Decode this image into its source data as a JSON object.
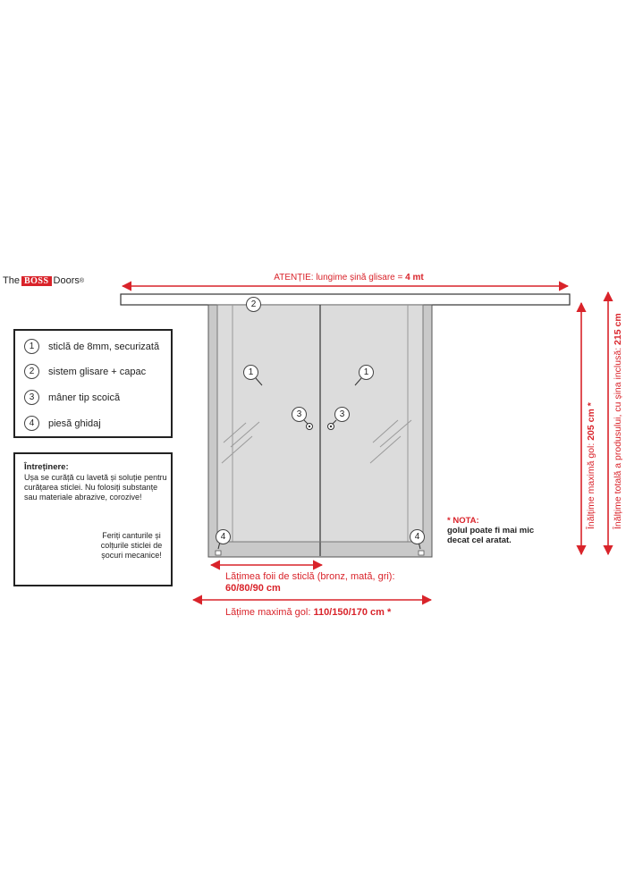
{
  "logo": {
    "prefix": "The",
    "brand": "BOSS",
    "suffix": "Doors",
    "reg": "®"
  },
  "rail_note": {
    "label": "ATENȚIE: lungime șină glisare = ",
    "value": "4 mt"
  },
  "legend": {
    "items": [
      {
        "num": "1",
        "label": "sticlă de 8mm, securizată"
      },
      {
        "num": "2",
        "label": "sistem glisare + capac"
      },
      {
        "num": "3",
        "label": "mâner tip scoică"
      },
      {
        "num": "4",
        "label": "piesă ghidaj"
      }
    ]
  },
  "maintenance": {
    "title": "Întreținere:",
    "text": "Ușa se curăță cu lavetă și soluție pentru curățarea sticlei. Nu folosiți substanțe sau materiale abrazive, corozive!",
    "warning": "Feriți canturile și colțurile sticlei de șocuri mecanice!"
  },
  "callouts": {
    "glass": "1",
    "rail": "2",
    "handle": "3",
    "guide": "4"
  },
  "nota": {
    "title": "* NOTA:",
    "line1": "golul poate fi mai mic",
    "line2": "decat cel aratat."
  },
  "dimensions": {
    "glass_width_label": "Lățimea foii de sticlă (bronz, mată, gri):",
    "glass_width_value": "60/80/90 cm",
    "max_width_label": "Lățime maximă gol: ",
    "max_width_value": "110/150/170 cm *",
    "max_height_label": "Înălțime maximă gol: ",
    "max_height_value": "205 cm *",
    "total_height_label": "Înălțime totală a produsului, cu șina inclusă: ",
    "total_height_value": "215 cm"
  },
  "colors": {
    "accent": "#d9232a",
    "door_frame": "#c8c8c8",
    "door_glass": "#dedede"
  }
}
